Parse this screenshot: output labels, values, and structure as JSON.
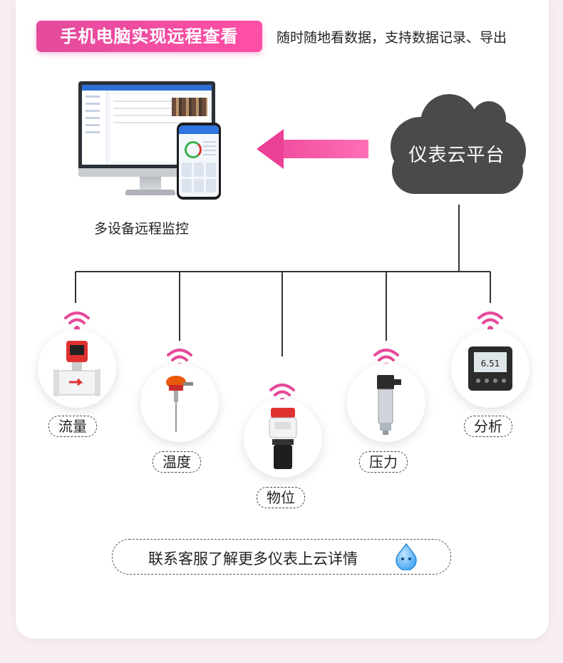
{
  "header": {
    "badge_text": "手机电脑实现远程查看",
    "subtitle": "随时随地看数据，支持数据记录、导出"
  },
  "devices": {
    "caption": "多设备远程监控"
  },
  "cloud": {
    "label": "仪表云平台"
  },
  "sensors": [
    {
      "label": "流量",
      "icon": "flowmeter-icon"
    },
    {
      "label": "温度",
      "icon": "thermocouple-icon"
    },
    {
      "label": "物位",
      "icon": "ultrasonic-level-icon"
    },
    {
      "label": "压力",
      "icon": "pressure-transmitter-icon"
    },
    {
      "label": "分析",
      "icon": "analyzer-icon",
      "reading": "6.51"
    }
  ],
  "footer": {
    "contact_text": "联系客服了解更多仪表上云详情"
  },
  "colors": {
    "accent_pink": "#ec3f96",
    "cloud_gray": "#4a4a4a",
    "wifi_pink": "#e64a9a"
  }
}
